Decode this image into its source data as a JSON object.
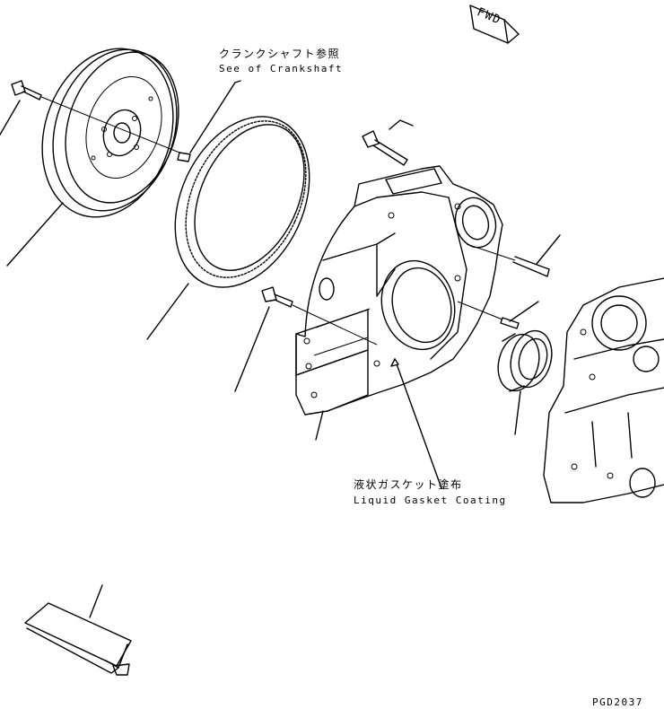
{
  "fwd_label": "FWD",
  "crankshaft_note": {
    "ja": "クランクシャフト参照",
    "en": "See of Crankshaft"
  },
  "gasket_note": {
    "ja": "液状ガスケット塗布",
    "en": "Liquid Gasket Coating"
  },
  "drawing_code": "PGD2037"
}
